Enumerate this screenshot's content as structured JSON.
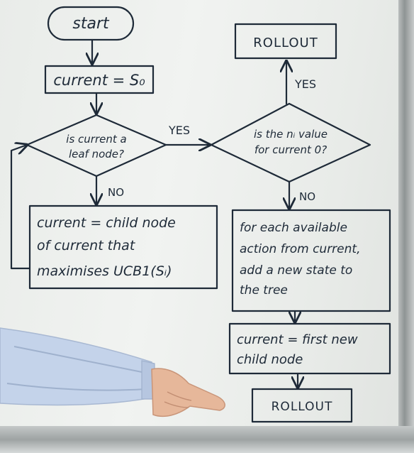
{
  "flowchart": {
    "start": "start",
    "init": "current = S₀",
    "decision_leaf": [
      "is current a",
      "leaf node?"
    ],
    "decision_n": [
      "is the nᵢ value",
      "for current 0?"
    ],
    "yes_label_1": "YES",
    "yes_label_2": "YES",
    "no_label_1": "NO",
    "no_label_2": "NO",
    "rollout_top": "ROLLOUT",
    "rollout_bottom": "ROLLOUT",
    "select_child": [
      "current = child node",
      "of current that",
      "maximises UCB1(Sᵢ)"
    ],
    "expand": [
      "for each available",
      "action from current,",
      "add a new state to",
      "the tree"
    ],
    "first_child": [
      "current = first new",
      "child node"
    ]
  },
  "colors": {
    "ink": "#1e2a38",
    "board": "#eef0ee",
    "skin": "#e6b79a",
    "sleeve": "#c4d3ea"
  }
}
